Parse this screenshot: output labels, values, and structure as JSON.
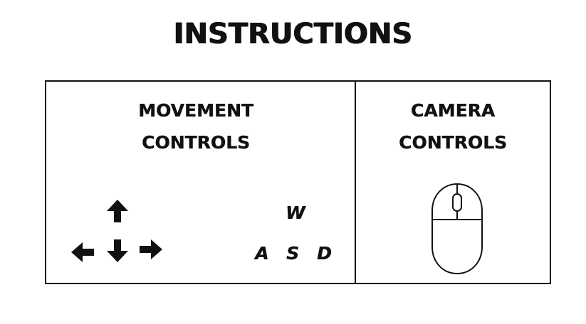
{
  "title": "INSTRUCTIONS",
  "movement": {
    "heading_line1": "MOVEMENT",
    "heading_line2": "CONTROLS",
    "arrow_icons": [
      "arrow-up-icon",
      "arrow-left-icon",
      "arrow-down-icon",
      "arrow-right-icon"
    ],
    "keys": {
      "w": "W",
      "a": "A",
      "s": "S",
      "d": "D"
    }
  },
  "camera": {
    "heading_line1": "CAMERA",
    "heading_line2": "CONTROLS",
    "icon": "mouse-icon"
  },
  "colors": {
    "ink": "#111111",
    "background": "#ffffff"
  }
}
